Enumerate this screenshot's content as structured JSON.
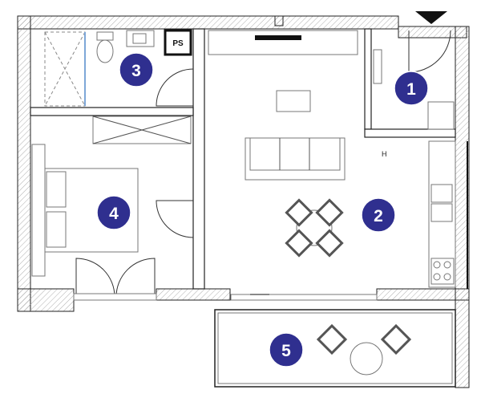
{
  "rooms": [
    {
      "number": "1"
    },
    {
      "number": "2"
    },
    {
      "number": "3"
    },
    {
      "number": "4"
    },
    {
      "number": "5"
    }
  ],
  "labels": {
    "ps": "PS",
    "h": "H"
  },
  "colors": {
    "badge": "#2f2f8f",
    "walls": "#222222",
    "background": "#ffffff"
  },
  "icons": [
    "north-arrow-icon",
    "room-number-badge"
  ]
}
